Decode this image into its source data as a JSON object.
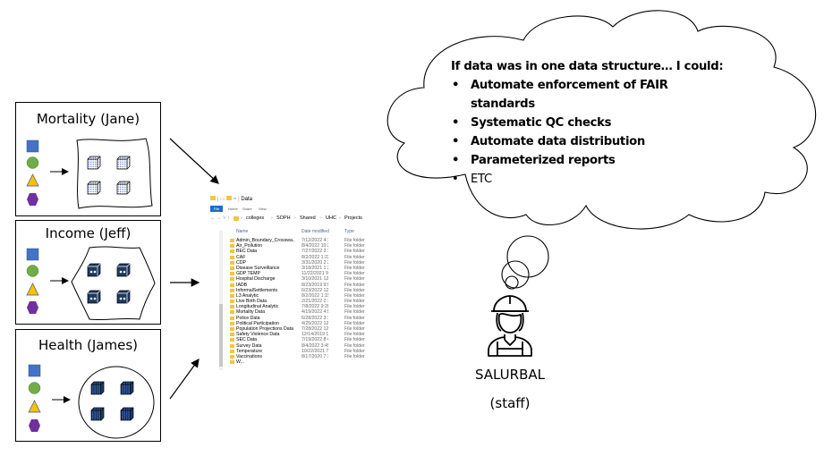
{
  "panels": [
    {
      "title": "Mortality (Jane)",
      "style": "dotted-cubes-in-wavy-square"
    },
    {
      "title": "Income (Jeff)",
      "style": "diamond-cubes-in-hexagon"
    },
    {
      "title": "Health (James)",
      "style": "striped-cubes-in-circle"
    }
  ],
  "shapes": {
    "square": "#4472c4",
    "circle": "#70ad47",
    "triangle": "#ffc000",
    "hexagon": "#7030a0"
  },
  "explorer": {
    "title": "Data",
    "ribbon_tabs": [
      "File",
      "Home",
      "Share",
      "View"
    ],
    "breadcrumb": [
      "colleges",
      "SOPH",
      "Shared",
      "UHC",
      "Projects"
    ],
    "columns": [
      "Name",
      "Date modified",
      "Type"
    ],
    "rows": [
      {
        "name": "Admin_Boundary_Crosswa...",
        "date": "7/12/2022 4:1...",
        "type": "File folder"
      },
      {
        "name": "Air_Pollution",
        "date": "8/4/2022 10:2...",
        "type": "File folder"
      },
      {
        "name": "BEC Data",
        "date": "7/27/2022 3:1...",
        "type": "File folder"
      },
      {
        "name": "CAF",
        "date": "8/2/2022 1:22...",
        "type": "File folder"
      },
      {
        "name": "CDP",
        "date": "3/31/2020 2:3...",
        "type": "File folder"
      },
      {
        "name": "Disease Surveillance",
        "date": "3/18/2021 1:3...",
        "type": "File folder"
      },
      {
        "name": "GDP TEMP",
        "date": "11/22/2021 9:...",
        "type": "File folder"
      },
      {
        "name": "Hospital Discharge",
        "date": "3/10/2021 12:...",
        "type": "File folder"
      },
      {
        "name": "IADB",
        "date": "8/23/2019 9:5...",
        "type": "File folder"
      },
      {
        "name": "InformalSettlements",
        "date": "6/23/2022 12:...",
        "type": "File folder"
      },
      {
        "name": "L3 Analytic",
        "date": "8/2/2022 1:15...",
        "type": "File folder"
      },
      {
        "name": "Live Birth Data",
        "date": "2/21/2022 2:1...",
        "type": "File folder"
      },
      {
        "name": "Longitudinal Analytic",
        "date": "7/8/2022 9:28...",
        "type": "File folder"
      },
      {
        "name": "Mortality Data",
        "date": "4/19/2022 4:5...",
        "type": "File folder"
      },
      {
        "name": "Police Data",
        "date": "6/28/2022 3:1...",
        "type": "File folder"
      },
      {
        "name": "Political Participation",
        "date": "4/25/2022 12:...",
        "type": "File folder"
      },
      {
        "name": "Population Projections Data",
        "date": "7/28/2022 12:...",
        "type": "File folder"
      },
      {
        "name": "Safety Violence Data",
        "date": "12/14/2019 1...",
        "type": "File folder"
      },
      {
        "name": "SEC Data",
        "date": "7/19/2022 8:4...",
        "type": "File folder"
      },
      {
        "name": "Survey Data",
        "date": "8/4/2022 3:45...",
        "type": "File folder"
      },
      {
        "name": "Temperature",
        "date": "10/22/2021 7:...",
        "type": "File folder"
      },
      {
        "name": "Vaccinations",
        "date": "8/17/2020 7:3...",
        "type": "File folder"
      },
      {
        "name": "W...",
        "date": "",
        "type": ""
      }
    ]
  },
  "thought": {
    "heading": "If data was in one data structure… I could:",
    "items": [
      {
        "text": "Automate enforcement of FAIR",
        "cont": "standards",
        "bold": true
      },
      {
        "text": "Systematic QC checks",
        "bold": true
      },
      {
        "text": "Automate data distribution",
        "bold": true
      },
      {
        "text": "Parameterized reports",
        "bold": true
      },
      {
        "text": "ETC",
        "bold": false
      }
    ],
    "bullet": "•"
  },
  "staff": {
    "name": "SALURBAL",
    "role": "(staff)"
  }
}
